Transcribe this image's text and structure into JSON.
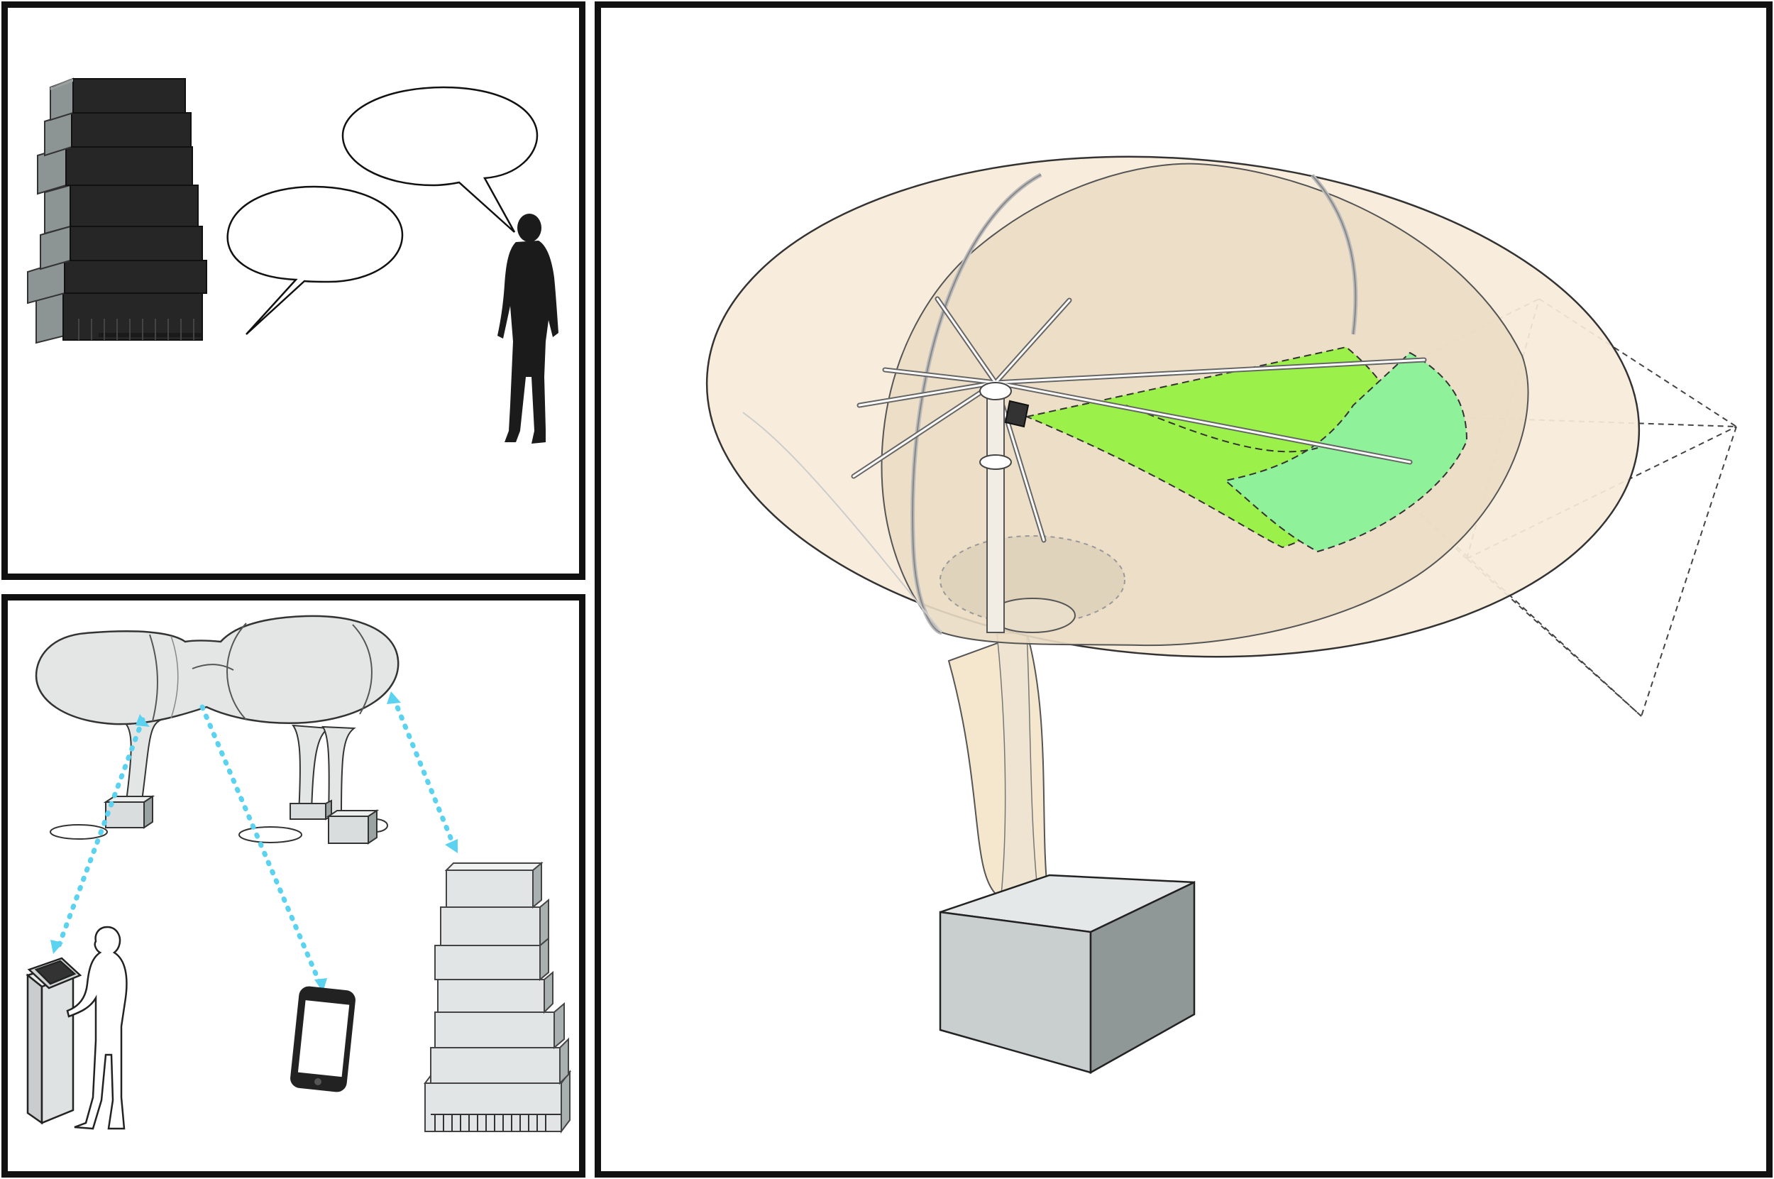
{
  "figure": {
    "panels": [
      {
        "id": "conversation"
      },
      {
        "id": "network"
      },
      {
        "id": "umbrella-detail"
      }
    ]
  },
  "colors": {
    "frame": "#111111",
    "canopy_fill": "#f3e3c6",
    "canopy_inner": "#eadcc4",
    "sensor_green": "#9cf04a",
    "sensor_cyan": "#8ff29a",
    "base_gray_light": "#c9cfcf",
    "base_gray_dark": "#8f9797",
    "stack_dark": "#262626",
    "stack_light": "#8d9494",
    "link_dotted": "#5bd3f0"
  },
  "icons": [
    "box-stack-icon",
    "speech-bubble-icon",
    "person-silhouette-icon",
    "umbrella-pod-icon",
    "kiosk-icon",
    "smartphone-icon",
    "projection-frustum-icon"
  ]
}
